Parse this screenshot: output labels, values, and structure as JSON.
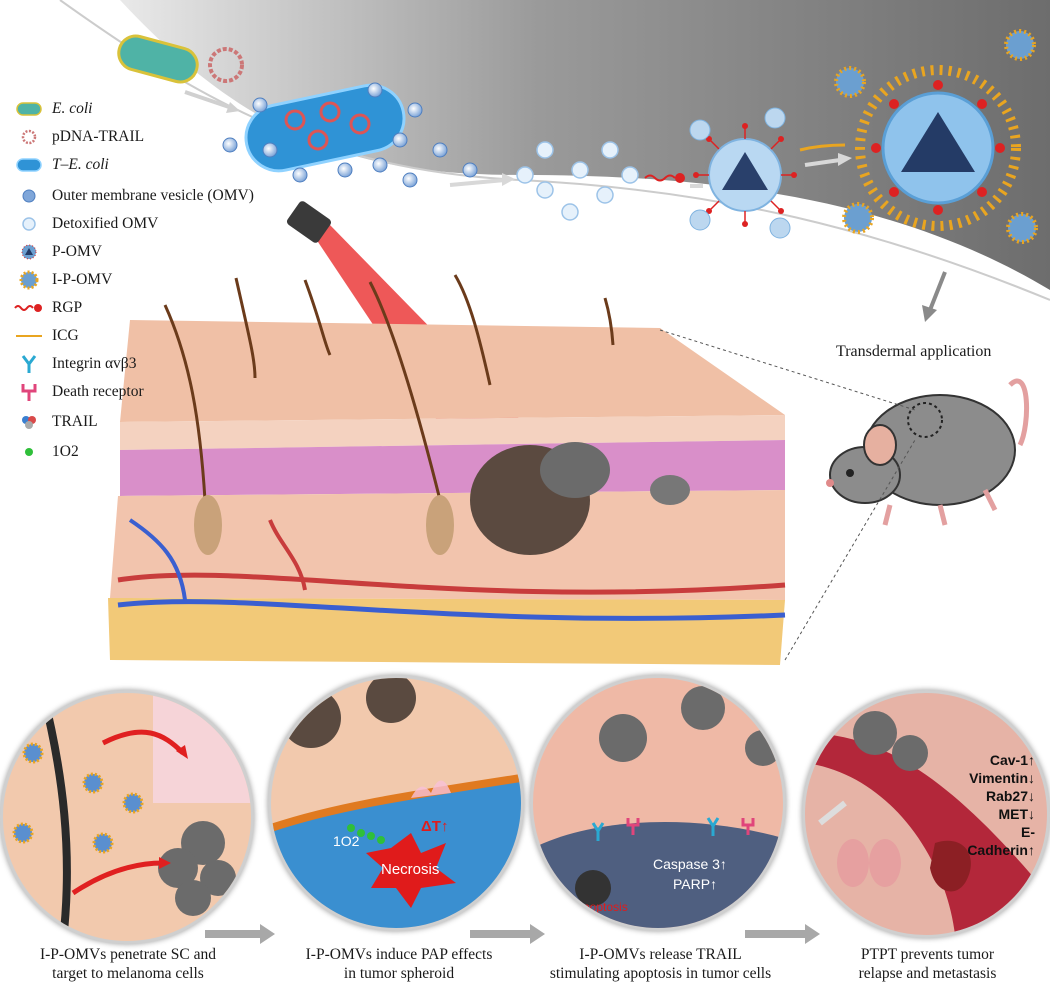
{
  "legend": [
    {
      "icon": "ecoli-icon",
      "label": "E. coli",
      "italic": true
    },
    {
      "icon": "plasmid-icon",
      "label": "pDNA-TRAIL"
    },
    {
      "icon": "t-ecoli-icon",
      "label": "T–E. coli",
      "italic": true
    },
    {
      "icon": "omv-icon",
      "label": "Outer membrane vesicle (OMV)"
    },
    {
      "icon": "detox-omv-icon",
      "label": "Detoxified OMV"
    },
    {
      "icon": "p-omv-icon",
      "label": "P-OMV"
    },
    {
      "icon": "i-p-omv-icon",
      "label": "I-P-OMV"
    },
    {
      "icon": "rgp-icon",
      "label": "RGP"
    },
    {
      "icon": "icg-icon",
      "label": "ICG"
    },
    {
      "icon": "integrin-icon",
      "label": "Integrin αvβ3"
    },
    {
      "icon": "death-receptor-icon",
      "label": "Death receptor"
    },
    {
      "icon": "trail-icon",
      "label": "TRAIL"
    },
    {
      "icon": "singlet-oxygen-icon",
      "label": "1O2"
    }
  ],
  "transdermal_label": "Transdermal application",
  "panels": {
    "p2": {
      "delta_t": "ΔT↑",
      "o2": "1O2",
      "necrosis": "Necrosis"
    },
    "p3": {
      "caspase": "Caspase 3↑",
      "parp": "PARP↑",
      "apoptosis": "Apoptosis"
    },
    "p4": {
      "markers": [
        "Cav-1↑",
        "Vimentin↓",
        "Rab27↓",
        "MET↓",
        "E-Cadherin↑"
      ]
    }
  },
  "captions": [
    {
      "line1": "I-P-OMVs penetrate SC and",
      "line2": "target to melanoma cells"
    },
    {
      "line1": "I-P-OMVs induce PAP effects",
      "line2": "in tumor spheroid"
    },
    {
      "line1": "I-P-OMVs  release TRAIL",
      "line2": "stimulating apoptosis in tumor cells"
    },
    {
      "line1": "PTPT prevents  tumor",
      "line2": "relapse and metastasis"
    }
  ],
  "colors": {
    "band": "#8a8a8a",
    "skin": "#f2c4ad",
    "dermis_purple": "#d98fc9",
    "laser": "#e82020",
    "omv_blue": "#3b7fd9",
    "gold": "#e9a520"
  }
}
